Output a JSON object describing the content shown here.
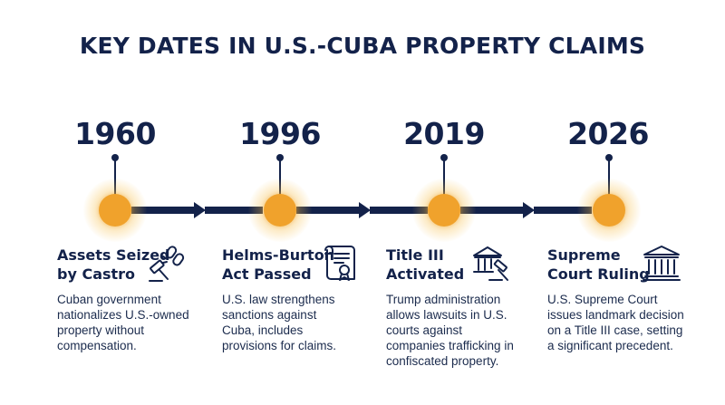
{
  "title": "KEY DATES IN U.S.-CUBA PROPERTY CLAIMS",
  "colors": {
    "navy": "#13224a",
    "accent": "#f0a22c",
    "glow": "#f6be46"
  },
  "events": [
    {
      "year": "1960",
      "title_line1": "Assets Seized",
      "title_line2": "by Castro",
      "desc_lines": [
        "Cuban government",
        "nationalizes U.S.-owned",
        "property without",
        "compensation."
      ],
      "icon": "broken-chain-gavel-icon"
    },
    {
      "year": "1996",
      "title_line1": "Helms-Burton",
      "title_line2": "Act Passed",
      "desc_lines": [
        "U.S. law strengthens",
        "sanctions against",
        "Cuba, includes",
        "provisions for claims."
      ],
      "icon": "document-seal-icon"
    },
    {
      "year": "2019",
      "title_line1": "Title III",
      "title_line2": "Activated",
      "desc_lines": [
        "Trump administration",
        "allows lawsuits in U.S.",
        "courts against",
        "companies trafficking in",
        "confiscated property."
      ],
      "icon": "courthouse-gavel-icon"
    },
    {
      "year": "2026",
      "title_line1": "Supreme",
      "title_line2": "Court Ruling",
      "desc_lines": [
        "U.S. Supreme Court",
        "issues landmark decision",
        "on a Title III case, setting",
        "a significant precedent."
      ],
      "icon": "supreme-court-building-icon"
    }
  ]
}
